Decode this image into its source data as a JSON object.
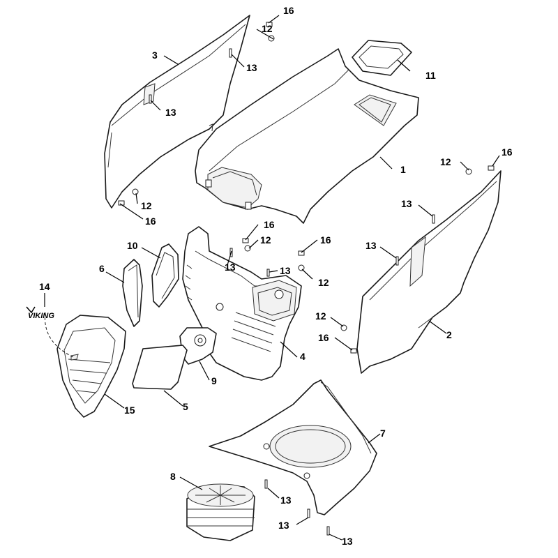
{
  "callouts": [
    {
      "id": "c1",
      "text": "1"
    },
    {
      "id": "c2",
      "text": "2"
    },
    {
      "id": "c3",
      "text": "3"
    },
    {
      "id": "c4",
      "text": "4"
    },
    {
      "id": "c5",
      "text": "5"
    },
    {
      "id": "c6",
      "text": "6"
    },
    {
      "id": "c7",
      "text": "7"
    },
    {
      "id": "c8",
      "text": "8"
    },
    {
      "id": "c9",
      "text": "9"
    },
    {
      "id": "c10",
      "text": "10"
    },
    {
      "id": "c11",
      "text": "11"
    },
    {
      "id": "c14",
      "text": "14"
    },
    {
      "id": "c15",
      "text": "15"
    },
    {
      "id": "c16a",
      "text": "16"
    },
    {
      "id": "c12a",
      "text": "12"
    },
    {
      "id": "c13a",
      "text": "13"
    },
    {
      "id": "c13b",
      "text": "13"
    },
    {
      "id": "c12b",
      "text": "12"
    },
    {
      "id": "c16b",
      "text": "16"
    },
    {
      "id": "c12c",
      "text": "12"
    },
    {
      "id": "c16c",
      "text": "16"
    },
    {
      "id": "c13c",
      "text": "13"
    },
    {
      "id": "c13d",
      "text": "13"
    },
    {
      "id": "c16d",
      "text": "16"
    },
    {
      "id": "c12d",
      "text": "12"
    },
    {
      "id": "c13e",
      "text": "13"
    },
    {
      "id": "c16e",
      "text": "16"
    },
    {
      "id": "c12e",
      "text": "12"
    },
    {
      "id": "c13f",
      "text": "13"
    },
    {
      "id": "c12f",
      "text": "12"
    },
    {
      "id": "c16f",
      "text": "16"
    },
    {
      "id": "c13g",
      "text": "13"
    },
    {
      "id": "c13h",
      "text": "13"
    },
    {
      "id": "c13i",
      "text": "13"
    }
  ],
  "logo": {
    "text": "VIKING"
  }
}
